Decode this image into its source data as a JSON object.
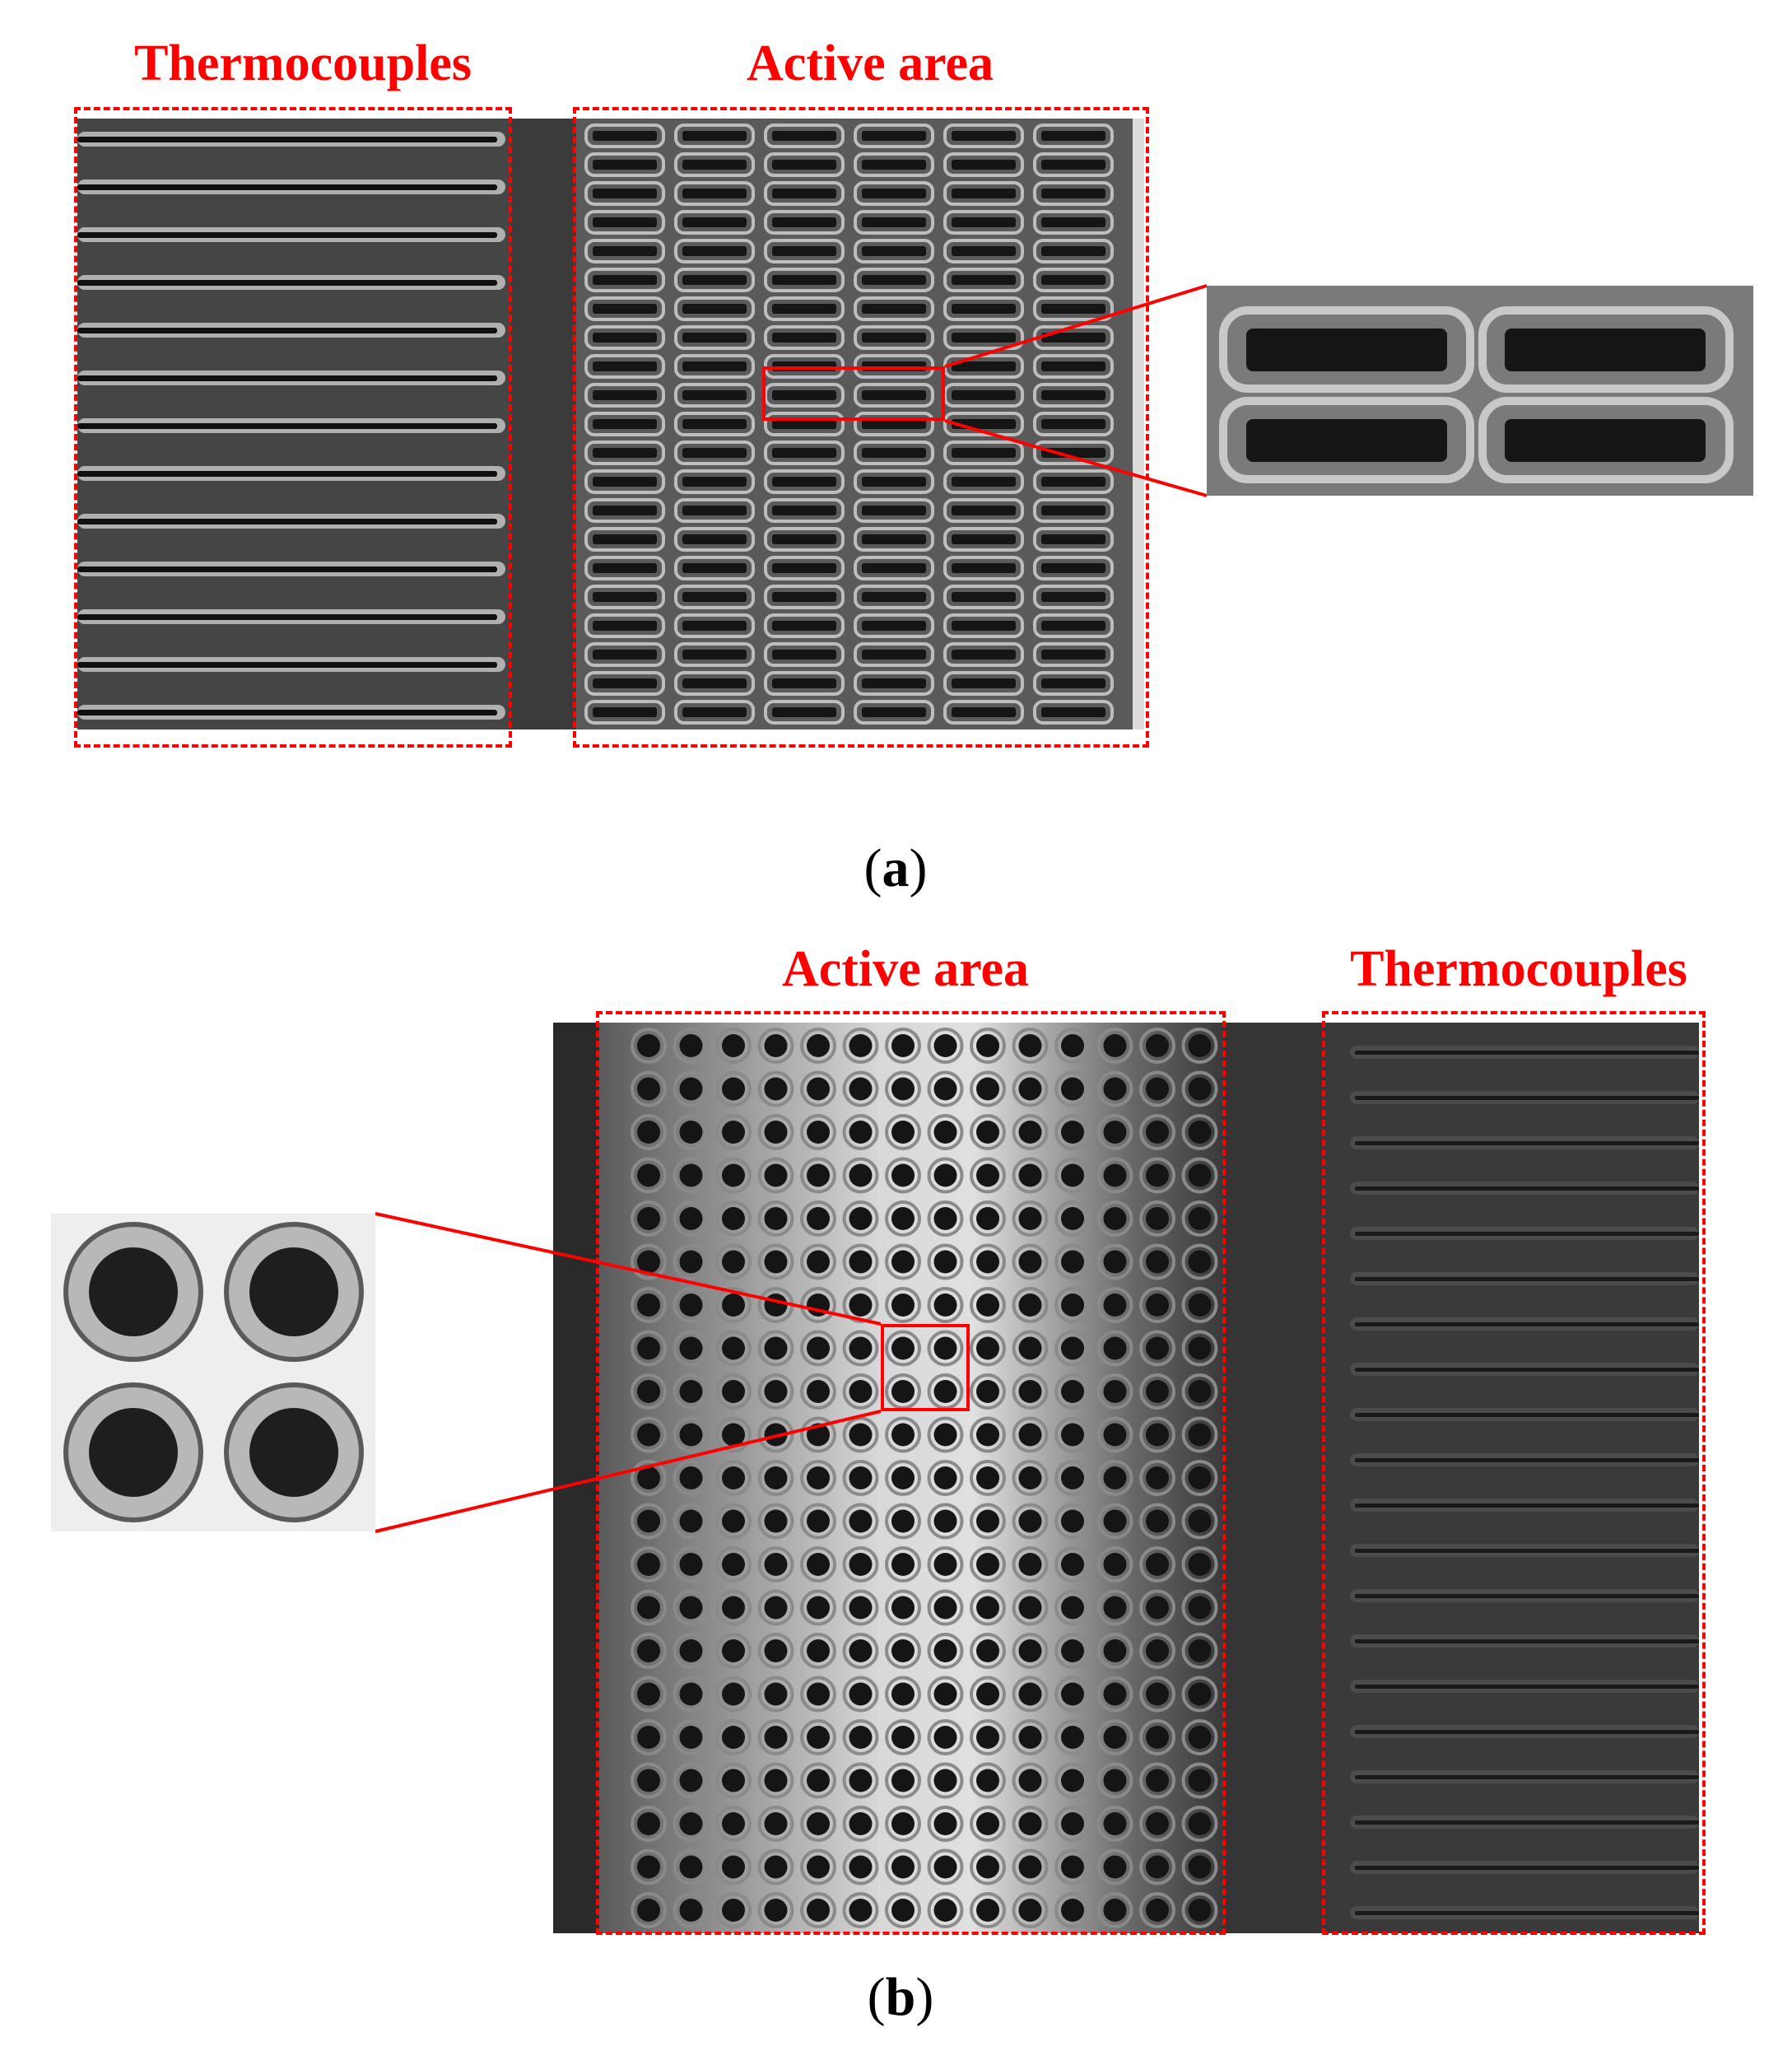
{
  "figure": {
    "panel_a": {
      "label_thermocouples": "Thermocouples",
      "label_active_area": "Active area",
      "caption_open": "(",
      "caption_letter": "a",
      "caption_close": ")"
    },
    "panel_b": {
      "label_active_area": "Active area",
      "label_thermocouples": "Thermocouples",
      "caption_open": "(",
      "caption_letter": "b",
      "caption_close": ")"
    }
  },
  "colors": {
    "annotation": "#ff0000",
    "sem_background": "#3a3a3a",
    "hole": "#151515",
    "frame": "#c4c4c4"
  },
  "icons": {
    "zoom_box": "red-rectangle",
    "leader": "red-line"
  }
}
